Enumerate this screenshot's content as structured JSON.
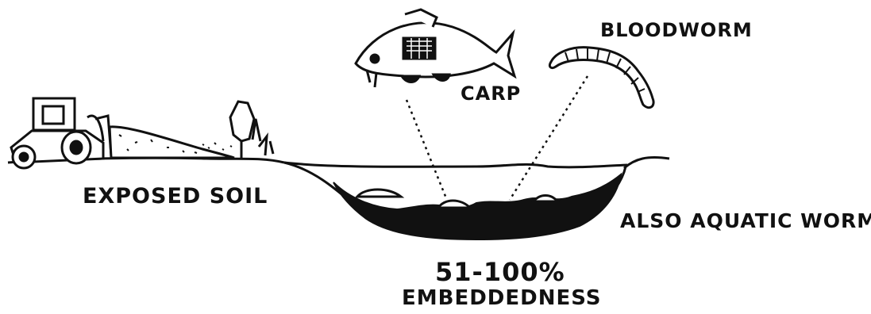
{
  "labels": {
    "bloodworm": "BLOODWORM",
    "carp": "CARP",
    "exposed_soil": "EXPOSED SOIL",
    "aquatic_worm": "ALSO AQUATIC WORM",
    "percent": "51-100%",
    "embeddedness": "EMBEDDEDNESS"
  },
  "colors": {
    "ink": "#111111",
    "paper": "#ffffff"
  },
  "icons": [
    "tractor-icon",
    "carp-fish-icon",
    "bloodworm-icon",
    "tree-icon"
  ]
}
